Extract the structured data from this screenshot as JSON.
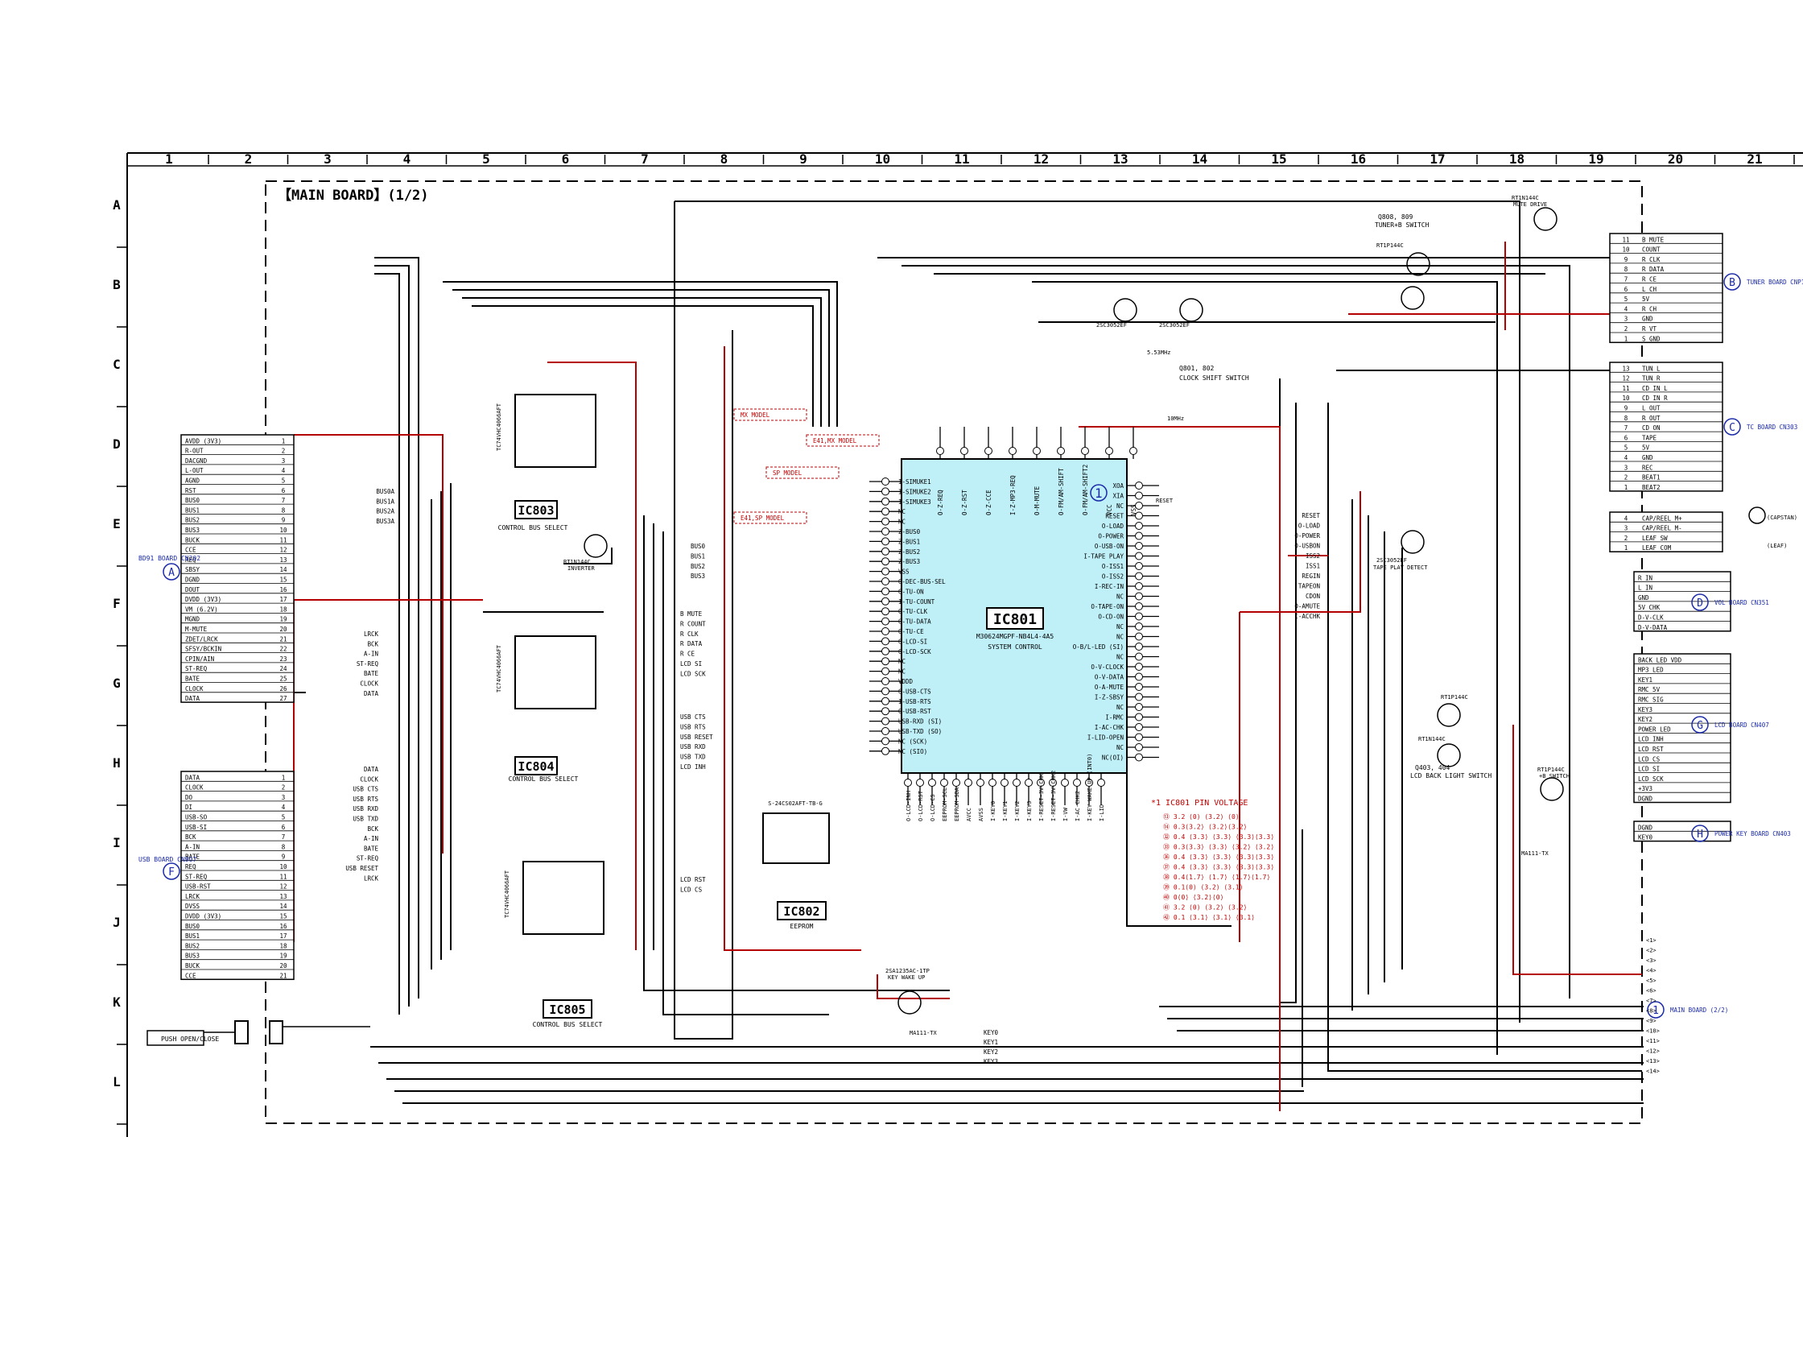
{
  "board_title": "【MAIN BOARD】(1/2)",
  "columns": [
    "1",
    "2",
    "3",
    "4",
    "5",
    "6",
    "7",
    "8",
    "9",
    "10",
    "11",
    "12",
    "13",
    "14",
    "15",
    "16",
    "17",
    "18",
    "19",
    "20",
    "21"
  ],
  "rows": [
    "A",
    "B",
    "C",
    "D",
    "E",
    "F",
    "G",
    "H",
    "I",
    "J",
    "K",
    "L"
  ],
  "ics": {
    "ic801": {
      "name": "IC801",
      "part": "M30624MGPF-NB4L4-4A5",
      "func": "SYSTEM CONTROL"
    },
    "ic802": {
      "name": "IC802",
      "part": "S-24CS02AFT-TB-G",
      "func": "EEPROM"
    },
    "ic803": {
      "name": "IC803",
      "part": "TC74VHC4066AFT",
      "func": "CONTROL BUS SELECT"
    },
    "ic804": {
      "name": "IC804",
      "part": "TC74VHC4066AFT",
      "func": "CONTROL BUS SELECT"
    },
    "ic805": {
      "name": "IC805",
      "part": "TC74VHC4066AFT",
      "func": "CONTROL BUS SELECT"
    }
  },
  "connectors": {
    "bd": {
      "label": "BD91 BOARD CN202",
      "letter": "A",
      "pins": [
        "AVDD (3V3)",
        "R-OUT",
        "DACGND",
        "L-OUT",
        "AGND",
        "RST",
        "BUS0",
        "BUS1",
        "BUS2",
        "BUS3",
        "BUCK",
        "CCE",
        "REQ",
        "SBSY",
        "DGND",
        "DOUT",
        "DVDD (3V3)",
        "VM (6.2V)",
        "MGND",
        "M-MUTE",
        "ZDET/LRCK",
        "SFSY/BCKIN",
        "CPIN/AIN",
        "ST-REQ",
        "BATE",
        "CLOCK",
        "DATA"
      ]
    },
    "usb": {
      "label": "USB BOARD CN907",
      "letter": "F",
      "pins": [
        "DATA",
        "CLOCK",
        "DO",
        "DI",
        "USB-SO",
        "USB-SI",
        "BCK",
        "A-IN",
        "BATE",
        "REQ",
        "ST-REQ",
        "USB-RST",
        "LRCK",
        "DVSS",
        "DVDD (3V3)",
        "BUS0",
        "BUS1",
        "BUS2",
        "BUS3",
        "BUCK",
        "CCE"
      ]
    },
    "tuner": {
      "label": "TUNER BOARD CNP1",
      "letter": "B",
      "pins": [
        "B MUTE",
        "COUNT",
        "R CLK",
        "R DATA",
        "R CE",
        "L CH",
        "5V",
        "R CH",
        "GND",
        "R VT",
        "S GND"
      ]
    },
    "tc": {
      "label": "TC BOARD CN303",
      "letter": "C",
      "pins": [
        "TUN L",
        "TUN R",
        "CD IN L",
        "CD IN R",
        "L OUT",
        "R OUT",
        "CD ON",
        "TAPE",
        "5V",
        "GND",
        "REC",
        "BEAT1",
        "BEAT2"
      ]
    },
    "capstan": {
      "pins": [
        "CAP/REEL M+",
        "CAP/REEL M-",
        "LEAF SW",
        "LEAF COM"
      ],
      "motor": "(CAPSTAN)",
      "leaf": "(LEAF)"
    },
    "vol": {
      "label": "VOL BOARD CN351",
      "letter": "D",
      "pins": [
        "R IN",
        "L IN",
        "GND",
        "5V CHK",
        "D-V-CLK",
        "D-V-DATA"
      ]
    },
    "lcd": {
      "label": "LCD BOARD CN407",
      "letter": "G",
      "pins": [
        "BACK LED VDD",
        "MP3 LED",
        "KEY1",
        "RMC 5V",
        "RMC SIG",
        "KEY3",
        "KEY2",
        "POWER LED",
        "LCD INH",
        "LCD RST",
        "LCD CS",
        "LCD SI",
        "LCD SCK",
        "+3V3",
        "DGND"
      ]
    },
    "power": {
      "label": "POWER KEY BOARD CN403",
      "letter": "H",
      "pins": [
        "DGND",
        "KEY0"
      ]
    },
    "main2": {
      "label": "MAIN BOARD (2/2)",
      "letter": "1"
    },
    "push": {
      "label": "PUSH OPEN/CLOSE"
    }
  },
  "pin_voltage": {
    "title": "*1 IC801 PIN VOLTAGE",
    "rows": [
      "⑬ 3.2 ⟨0⟩ ⟨3.2⟩ ⟨0⟩",
      "⑭ 0.3⟨3.2⟩ ⟨3.2⟩⟨3.2⟩",
      "㉜ 0.4 ⟨3.3⟩ ⟨3.3⟩ ⟨3.3⟩⟨3.3⟩",
      "㉝ 0.3⟨3.3⟩ ⟨3.3⟩ ⟨3.2⟩ ⟨3.2⟩",
      "㊱ 0.4 ⟨3.3⟩ ⟨3.3⟩ ⟨3.3⟩⟨3.3⟩",
      "㊲ 0.4 ⟨3.3⟩ ⟨3.3⟩ ⟨3.3⟩⟨3.3⟩",
      "㊳ 0.4⟨1.7⟩ ⟨1.7⟩ ⟨1.7⟩⟨1.7⟩",
      "㊴ 0.1⟨0⟩ ⟨3.2⟩ ⟨3.1⟩",
      "㊵ 0⟨0⟩ ⟨3.2⟩⟨0⟩",
      "㊶ 3.2 ⟨0⟩ ⟨3.2⟩ ⟨3.2⟩",
      "㊷ 0.1 ⟨3.1⟩ ⟨3.1⟩ ⟨3.1⟩"
    ]
  },
  "transistors": {
    "q808": {
      "name": "Q808, 809",
      "type": "RT1P144C",
      "func": "TUNER+B SWITCH"
    },
    "mute": {
      "type": "RT1N144C",
      "func": "MUTE DRIVE"
    },
    "q801": {
      "name": "Q801, 802",
      "func": "CLOCK SHIFT SWITCH",
      "type": "2SC3052EF"
    },
    "inverter": {
      "type": "RT1N144C",
      "func": "INVERTER"
    },
    "tape": {
      "type": "2SC3052EF",
      "func": "TAPE PLAY DETECT"
    },
    "lcdsw": {
      "name": "Q403, 404",
      "type1": "RT1P144C",
      "type2": "RT1N144C",
      "func": "LCD BACK LIGHT SWITCH"
    },
    "bsw": {
      "type": "RT1P144C",
      "func": "+B SWITCH"
    },
    "keywake": {
      "type": "2SA1235AC-1TP",
      "func": "KEY WAKE UP"
    }
  },
  "models": [
    "MX MODEL",
    "E41,MX MODEL",
    "SP MODEL",
    "E41,SP MODEL"
  ],
  "ic801_left_pins": [
    "I-SIMUKE1",
    "I-SIMUKE2",
    "I-SIMUKE3",
    "NC",
    "NC",
    "Z-BUS0",
    "Z-BUS1",
    "Z-BUS2",
    "Z-BUS3",
    "VSS",
    "O-DEC-BUS-SEL",
    "O-TU-ON",
    "I-TU-COUNT",
    "O-TU-CLK",
    "O-TU-DATA",
    "O-TU-CE",
    "O-LCD-SI",
    "O-LCD-SCK",
    "NC",
    "NC",
    "VDDD",
    "O-USB-CTS",
    "I-USB-RTS",
    "O-USB-RST",
    "USB-RXD (SI)",
    "USB-TXD (SO)",
    "NC (SCK)",
    "NC (SIO)"
  ],
  "ic801_right_pins": [
    "XOA",
    "XIA",
    "NC",
    "RESET",
    "O-LOAD",
    "O-POWER",
    "O-USB-ON",
    "I-TAPE PLAY",
    "O-ISS1",
    "O-ISS2",
    "I-REC-IN",
    "NC",
    "O-TAPE-ON",
    "O-CD-ON",
    "NC",
    "NC",
    "O-B/L-LED (SI)",
    "NC",
    "O-V-CLOCK",
    "O-V-DATA",
    "O-A-MUTE",
    "I-Z-SBSY",
    "NC",
    "I-RMC",
    "I-AC-CHK",
    "I-LID-OPEN",
    "NC",
    "NC(OI)"
  ],
  "ic801_top_pins": [
    "O-Z-REQ",
    "O-Z-RST",
    "O-Z-CCE",
    "I-Z-MP3-REQ",
    "O-M-MUTE",
    "O-FM/AM-SHIFT",
    "O-FM/AM-SHIFT2",
    "VCC",
    "VSS"
  ],
  "ic801_bottom_pins": [
    "O-LCD-INH",
    "O-LCD-RST",
    "O-LCD-CS",
    "EEPROM-SCL",
    "EEPROM-SDA",
    "AVCC",
    "AVSS",
    "I-KEY0",
    "I-KEY1",
    "I-KEY2",
    "I-KEY3",
    "I-RESET-3V-CHK",
    "I-RESET-3V-CHK2",
    "I-VW",
    "I-AC-CHK2",
    "I-KEY WAKE UP (INT0)",
    "I-LID"
  ],
  "sheet_net_labels": {
    "bus": [
      "BUS0",
      "BUS1",
      "BUS2",
      "BUS3"
    ],
    "ctrl": [
      "B MUTE",
      "R COUNT",
      "R CLK",
      "R DATA",
      "R CE",
      "LCD SI",
      "LCD SCK"
    ],
    "usb": [
      "USB CTS",
      "USB RTS",
      "USB RESET",
      "USB RXD",
      "USB TXD",
      "LCD INH"
    ],
    "eep": [
      "LCD RST",
      "LCD CS"
    ],
    "right": [
      "RESET",
      "O-LOAD",
      "O-POWER",
      "O-USBON",
      "ISS2",
      "ISS1",
      "REGIN",
      "TAPEON",
      "CDON",
      "O-AMUTE",
      "I-ACCHK"
    ],
    "keys": [
      "KEY0",
      "KEY1",
      "KEY2",
      "KEY3"
    ],
    "usb_nets": [
      "DATA",
      "CLOCK",
      "USB CTS",
      "USB RTS",
      "USB RXD",
      "USB TXD",
      "BCK",
      "A-IN",
      "BATE",
      "ST-REQ",
      "USB RESET",
      "LRCK"
    ],
    "bd_nets": [
      "LRCK",
      "BCK",
      "A-IN",
      "ST-REQ",
      "BATE",
      "CLOCK",
      "DATA"
    ],
    "bus_a": [
      "BUS0A",
      "BUS1A",
      "BUS2A",
      "BUS3A"
    ]
  },
  "misc": {
    "ic801_pin1": "1",
    "reset_label": "RESET",
    "xtal": "5.53MHz",
    "xtal2": "10MHz",
    "diode": "MA111-TX",
    "diode2": "MA111-TX"
  }
}
